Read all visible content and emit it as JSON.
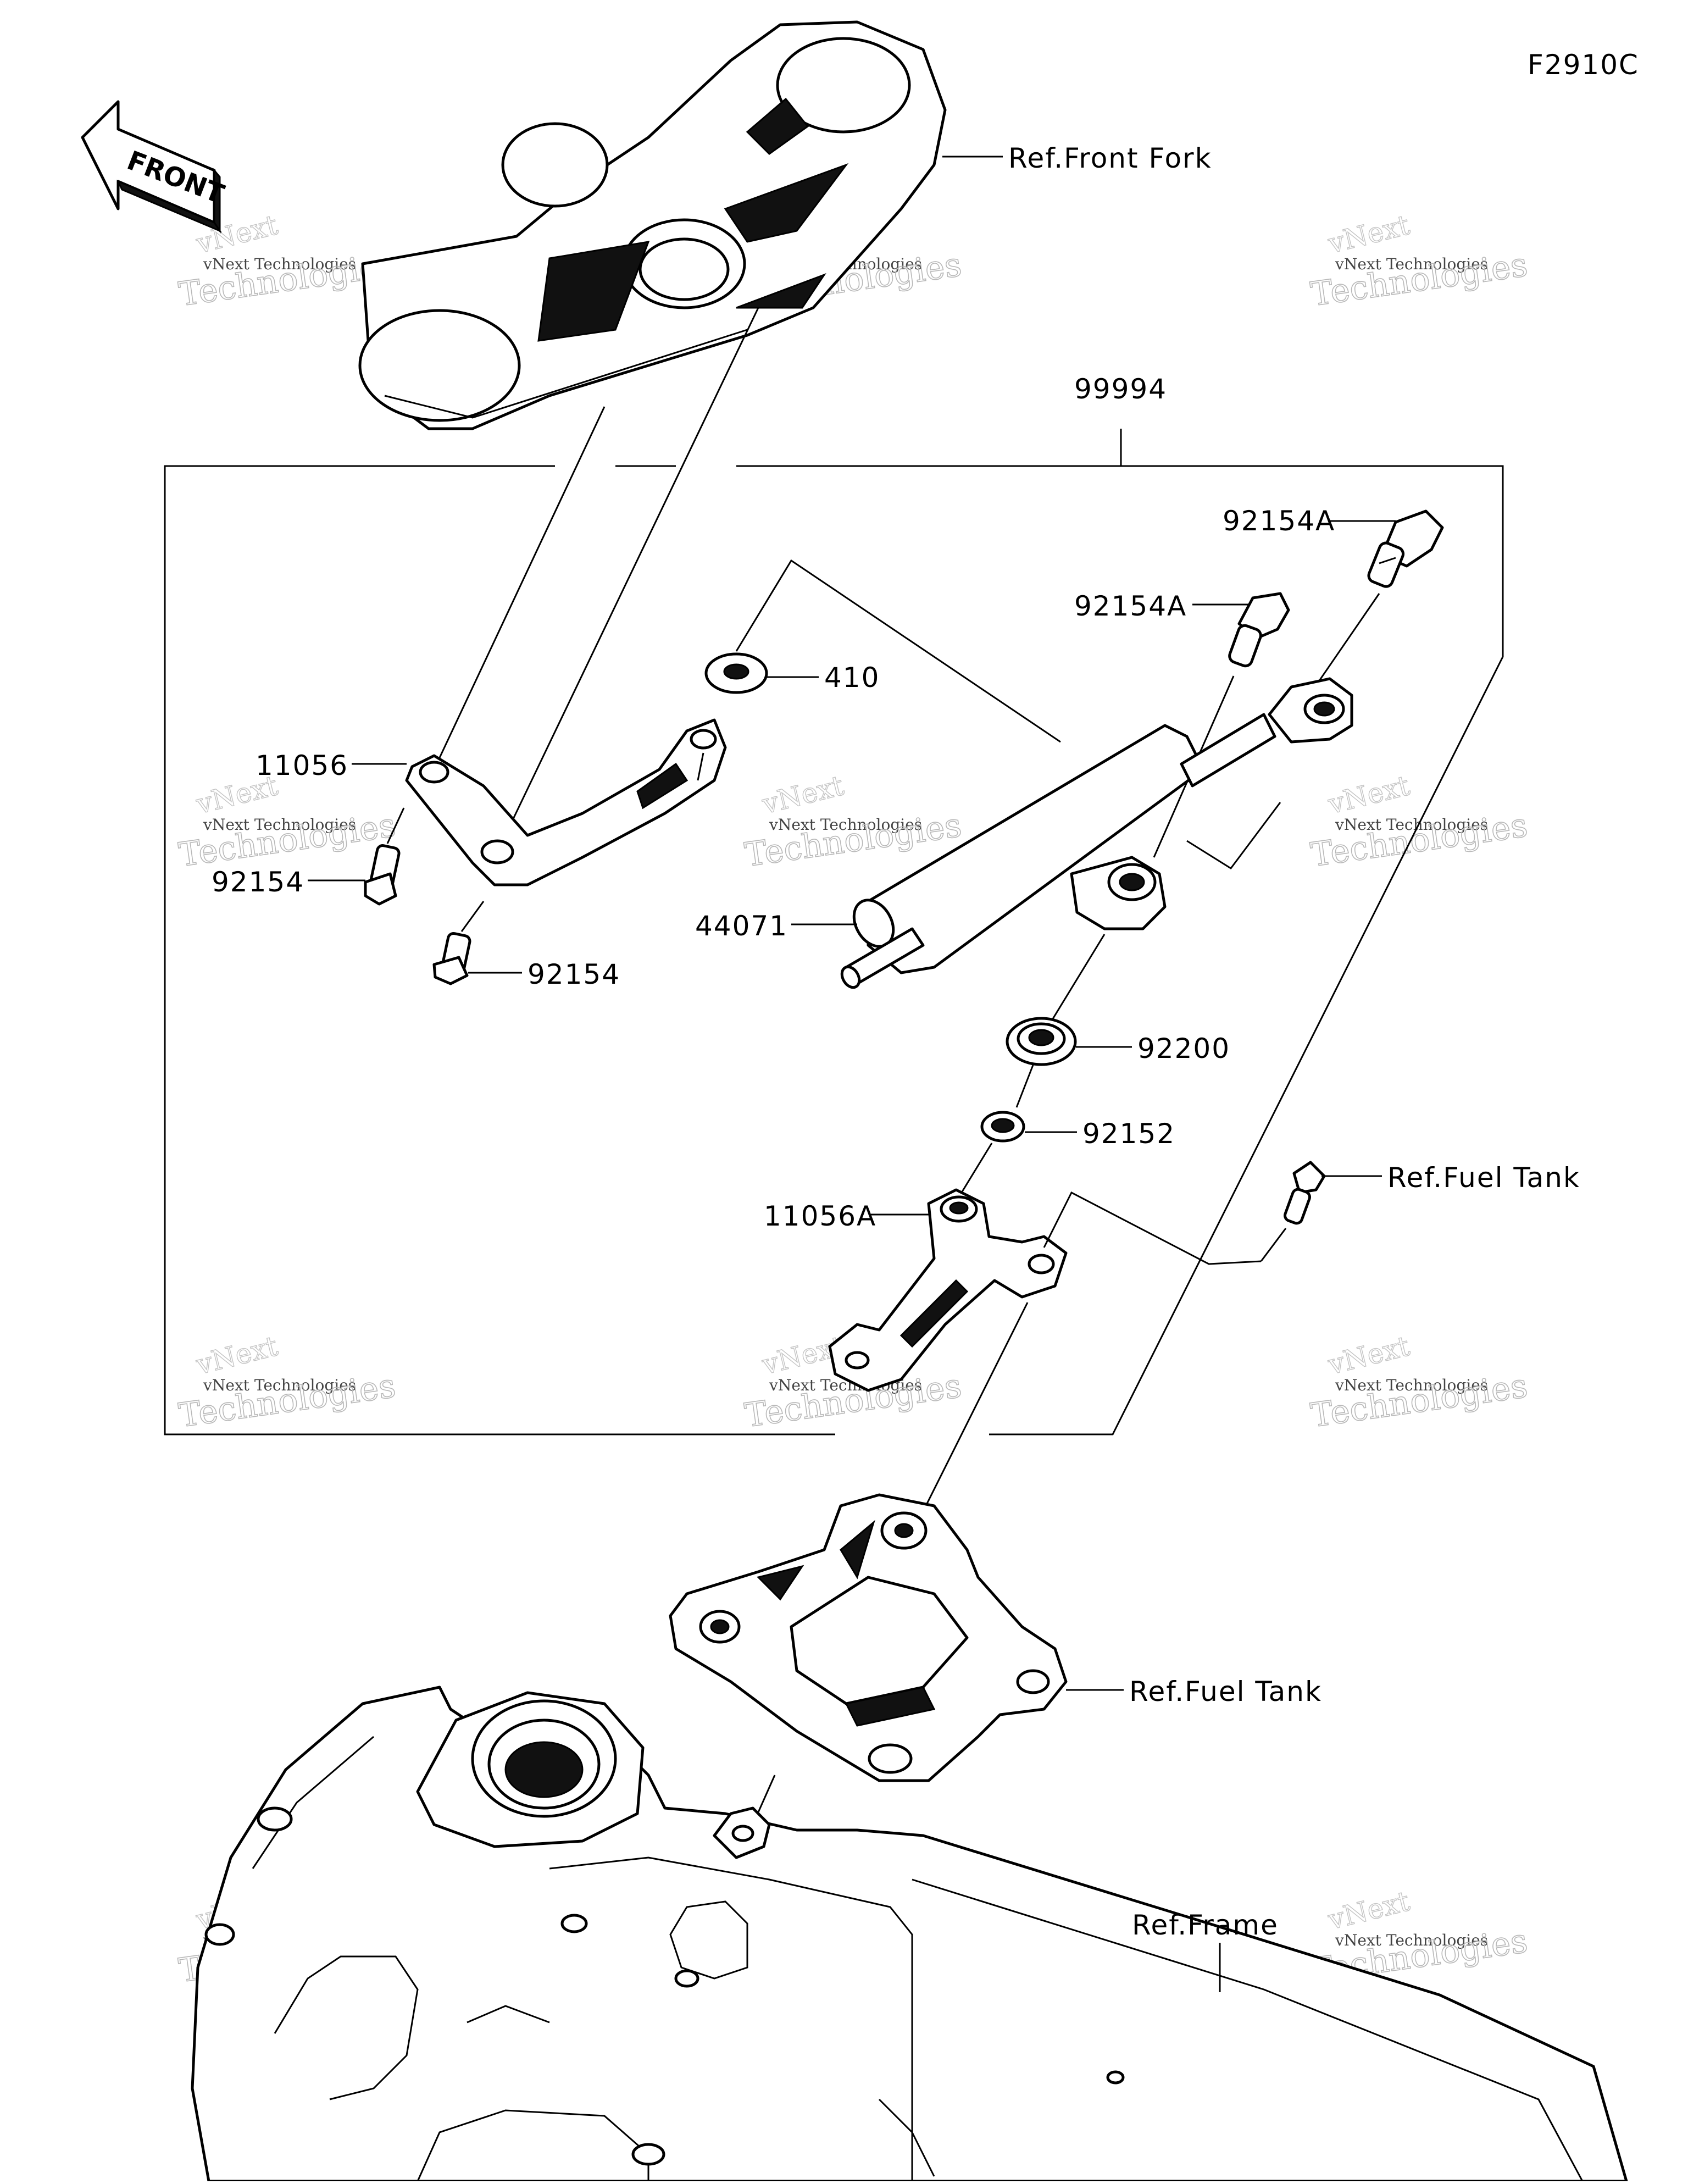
{
  "figure_code": "F2910C",
  "direction_badge": "FRONT",
  "watermark": {
    "line1": "vNext Technologies",
    "line2": "Technologies",
    "line3": "vNext"
  },
  "callouts": {
    "ref_front_fork": "Ref.Front Fork",
    "kit": "99994",
    "bolt_a_upper": "92154A",
    "bolt_a_lower": "92154A",
    "washer": "410",
    "bracket": "11056",
    "bolt_left_upper": "92154",
    "bolt_left_lower": "92154",
    "damper": "44071",
    "collar": "92200",
    "spacer": "92152",
    "bracket_a": "11056A",
    "ref_fuel_tank_bolt": "Ref.Fuel Tank",
    "ref_fuel_tank_bracket": "Ref.Fuel Tank",
    "ref_frame": "Ref.Frame"
  }
}
